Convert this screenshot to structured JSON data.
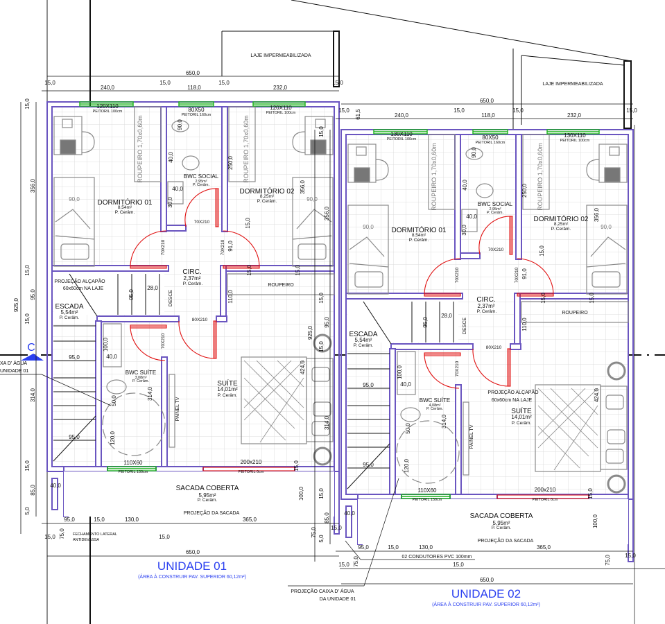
{
  "top": {
    "laje_1": "LAJE IMPERMEABILIZADA",
    "laje_2": "LAJE IMPERMEABILIZADA",
    "dim_61_5": "61,5"
  },
  "section": {
    "marker": "C"
  },
  "notes": {
    "caixa_agua_1a": "XA D' ÁGUA",
    "caixa_agua_1b": "UNIDADE 01",
    "fechamento_a": "FECHAMENTO LATERAL",
    "fechamento_b": "ANTIDEVASSA",
    "condutores": "02 CONDUTORES  PVC 100mm",
    "proj_caixa_a": "PROJEÇÃO CAIXA D' ÁGUA",
    "proj_caixa_b": "DA UNIDADE 01",
    "alcapao_1a": "PROJEÇÃO ALÇAPÃO",
    "alcapao_1b": "60x60cm NA LAJE",
    "alcapao_2a": "PROJEÇÃO ALÇAPÃO",
    "alcapao_2b": "60x60cm NA LAJE"
  },
  "colors": {
    "wall": "#6a55c0",
    "door": "#e01010",
    "window": "#1bb21b",
    "title": "#2a3ff0"
  },
  "units": [
    {
      "title": "UNIDADE 01",
      "subtitle": "(ÁREA À CONSTRUIR PAV. SUPERIOR 60,12m²)",
      "rooms": {
        "dorm1": {
          "name": "DORMITÓRIO 01",
          "area": "8,54m²",
          "floor": "P. Cerâm."
        },
        "dorm2": {
          "name": "DORMITÓRIO 02",
          "area": "8,25m²",
          "floor": "P. Cerâm."
        },
        "bwc_social": {
          "name": "BWC SOCIAL",
          "area": "2,95m²",
          "floor": "P. Cerâm."
        },
        "circ": {
          "name": "CIRC.",
          "area": "2,37m²",
          "floor": "P. Cerâm."
        },
        "escada": {
          "name": "ESCADA",
          "area": "5,54m²",
          "floor": "P. Cerâm."
        },
        "bwc_suite": {
          "name": "BWC SUÍTE",
          "area": "3,08m²",
          "floor": "P. Cerâm."
        },
        "suite": {
          "name": "SUÍTE",
          "area": "14,01m²",
          "floor": "P. Cerâm."
        },
        "sacada": {
          "name": "SACADA COBERTA",
          "area": "5,95m²",
          "floor": "P. Cerâm."
        }
      },
      "openings": {
        "win_dorm1": "120X110",
        "win_dorm1_sill": "PEITORIL 100cm",
        "win_bwc": "80X50",
        "win_bwc_sill": "PEITORIL 160cm",
        "win_dorm2": "120X110",
        "win_dorm2_sill": "PEITORIL 100cm",
        "door_bwc": "70X210",
        "door_dorm1": "70X210",
        "door_dorm2": "70X210",
        "door_suite": "80X210",
        "door_bwc_suite": "70X210",
        "win_bwc_suite": "110X60",
        "win_bwc_suite_sill": "PEITORIL 150cm",
        "door_sacada": "200x210",
        "door_sacada_sill": "PEITORIL 0cm"
      },
      "furniture": {
        "roupeiro_1": "ROUPEIRO 1,70x0,60m",
        "roupeiro_2": "ROUPEIRO 1,70x0,60m",
        "roupeiro_3": "ROUPEIRO",
        "painel_tv": "PAINEL TV",
        "desce": "DESCE",
        "proj_sacada": "PROJEÇÃO DA SACADA"
      },
      "dims": [
        "650,0",
        "15,0",
        "240,0",
        "15,0",
        "118,0",
        "15,0",
        "232,0",
        "15,0",
        "15,0",
        "356,0",
        "15,0",
        "95,0",
        "15,0",
        "925,0",
        "314,0",
        "15,0",
        "85,0",
        "5,0",
        "90,0",
        "40,0",
        "250,0",
        "356,0",
        "40,0",
        "30,0",
        "90,0",
        "90,0",
        "15,0",
        "91,0",
        "15,0",
        "15,0",
        "110,0",
        "95,0",
        "28,0",
        "95,0",
        "40,0",
        "100,0",
        "424,0",
        "314,0",
        "50,0",
        "120,0",
        "95,0",
        "15,0",
        "40,0",
        "100,0",
        "95,0",
        "15,0",
        "130,0",
        "365,0",
        "15,0",
        "75,0",
        "15,0",
        "75,0",
        "15,0",
        "650,0"
      ]
    },
    {
      "title": "UNIDADE 02",
      "subtitle": "(ÁREA À CONSTRUIR PAV. SUPERIOR 60,12m²)",
      "rooms": {
        "dorm1": {
          "name": "DORMITÓRIO 01",
          "area": "8,54m²",
          "floor": "P. Cerâm."
        },
        "dorm2": {
          "name": "DORMITÓRIO 02",
          "area": "8,25m²",
          "floor": "P. Cerâm."
        },
        "bwc_social": {
          "name": "BWC SOCIAL",
          "area": "2,95m²",
          "floor": "P. Cerâm."
        },
        "circ": {
          "name": "CIRC.",
          "area": "2,37m²",
          "floor": "P. Cerâm."
        },
        "escada": {
          "name": "ESCADA",
          "area": "5,54m²",
          "floor": "P. Cerâm."
        },
        "bwc_suite": {
          "name": "BWC SUÍTE",
          "area": "4,08m²",
          "floor": "P. Cerâm."
        },
        "suite": {
          "name": "SUÍTE",
          "area": "14,01m²",
          "floor": "P. Cerâm."
        },
        "sacada": {
          "name": "SACADA COBERTA",
          "area": "5,95m²",
          "floor": "P. Cerâm."
        }
      },
      "openings": {
        "win_dorm1": "130X110",
        "win_dorm1_sill": "PEITORIL 100cm",
        "win_bwc": "80X50",
        "win_bwc_sill": "PEITORIL 160cm",
        "win_dorm2": "130X110",
        "win_dorm2_sill": "PEITORIL 100cm",
        "door_bwc": "70X210",
        "door_dorm1": "70X210",
        "door_dorm2": "70X210",
        "door_suite": "80X210",
        "door_bwc_suite": "70X210",
        "win_bwc_suite": "110X60",
        "win_bwc_suite_sill": "PEITORIL 150cm",
        "door_sacada": "200x210",
        "door_sacada_sill": "PEITORIL 0cm"
      },
      "furniture": {
        "roupeiro_1": "ROUPEIRO 1,70x0,60m",
        "roupeiro_2": "ROUPEIRO 1,70x0,60m",
        "roupeiro_3": "ROUPEIRO",
        "painel_tv": "PAINEL TV",
        "desce": "DESCE",
        "proj_sacada": "PROJEÇÃO DA SACADA"
      },
      "dims": [
        "650,0",
        "15,0",
        "240,0",
        "15,0",
        "118,0",
        "15,0",
        "232,0",
        "15,0",
        "15,0",
        "356,0",
        "15,0",
        "95,0",
        "15,0",
        "925,0",
        "314,0",
        "15,0",
        "85,0",
        "5,0",
        "90,0",
        "40,0",
        "250,0",
        "356,0",
        "40,0",
        "30,0",
        "90,0",
        "90,0",
        "15,0",
        "91,0",
        "15,0",
        "15,0",
        "110,0",
        "95,0",
        "28,0",
        "95,0",
        "40,0",
        "100,0",
        "424,0",
        "314,0",
        "50,0",
        "120,0",
        "95,0",
        "15,0",
        "40,0",
        "100,0",
        "95,0",
        "15,0",
        "130,0",
        "365,0",
        "15,0",
        "75,0",
        "15,0",
        "75,0",
        "15,0",
        "650,0"
      ]
    }
  ]
}
